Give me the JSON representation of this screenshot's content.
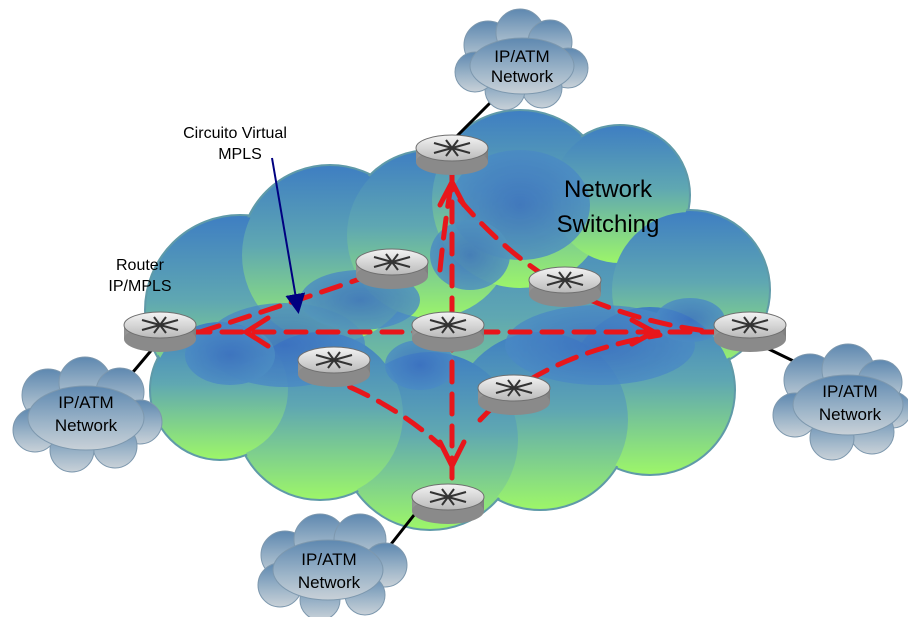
{
  "clouds": [
    {
      "id": "top",
      "line1": "IP/ATM",
      "line2": "Network"
    },
    {
      "id": "left",
      "line1": "IP/ATM",
      "line2": "Network"
    },
    {
      "id": "right",
      "line1": "IP/ATM",
      "line2": "Network"
    },
    {
      "id": "bottom",
      "line1": "IP/ATM",
      "line2": "Network"
    }
  ],
  "labels": {
    "vc_line1": "Circuito Virtual",
    "vc_line2": "MPLS",
    "router_line1": "Router",
    "router_line2": "IP/MPLS",
    "core_line1": "Network",
    "core_line2": "Switching"
  },
  "colors": {
    "path": "#e8161b",
    "arrow": "#000080",
    "core_top": "#4f92c9",
    "core_bottom": "#8ef06a",
    "small_cloud": "#7f9db5"
  }
}
